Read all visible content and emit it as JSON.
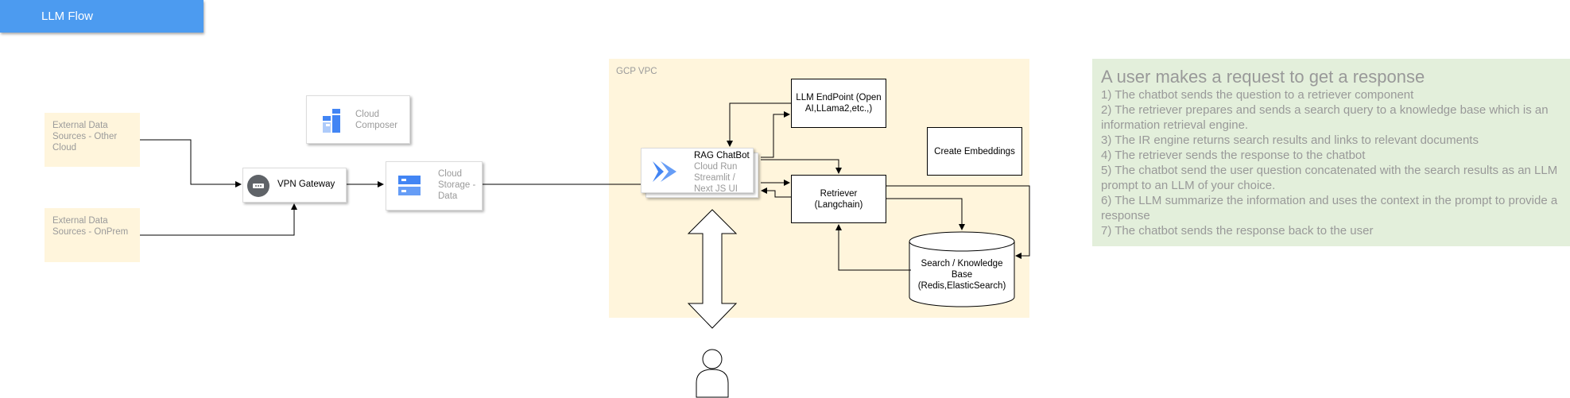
{
  "header": {
    "title": "LLM Flow"
  },
  "sources": {
    "other_cloud": "External Data Sources - Other Cloud",
    "onprem": "External Data Sources - OnPrem"
  },
  "cloud_composer": "Cloud Composer",
  "vpn_gateway": "VPN Gateway",
  "cloud_storage": "Cloud Storage - Data",
  "vpc_label": "GCP VPC",
  "chatbot": {
    "title": "RAG ChatBot",
    "subtitle": "Cloud Run Streamlit  / Next JS UI"
  },
  "llm_endpoint": "LLM EndPoint (Open AI,LLama2,etc.,)",
  "create_embeddings": "Create Embeddings",
  "retriever": "Retriever (Langchain)",
  "knowledge_base": "Search / Knowledge Base (Redis,ElasticSearch)",
  "description": {
    "heading": "A user makes a request to get a response",
    "steps": [
      "1) The chatbot sends the question to a retriever component",
      "2) The retriever prepares and sends a search query to a knowledge base which is an information retrieval engine.",
      "3) The IR engine returns search results and links to relevant documents",
      "4) The retriever sends the response to the chatbot",
      "5) The chatbot send the user question concatenated with the search results as an LLM prompt to an LLM of your choice.",
      "6) The LLM summarize the information and uses the context in the prompt to provide a response",
      "7) The chatbot sends the response back to the user"
    ]
  },
  "colors": {
    "title_bar": "#4c9bf0",
    "source_fill": "#fff5dc",
    "vpc_fill": "#fff5dc",
    "description_fill": "#e3efdb",
    "gcp_blue": "#4285f4"
  }
}
